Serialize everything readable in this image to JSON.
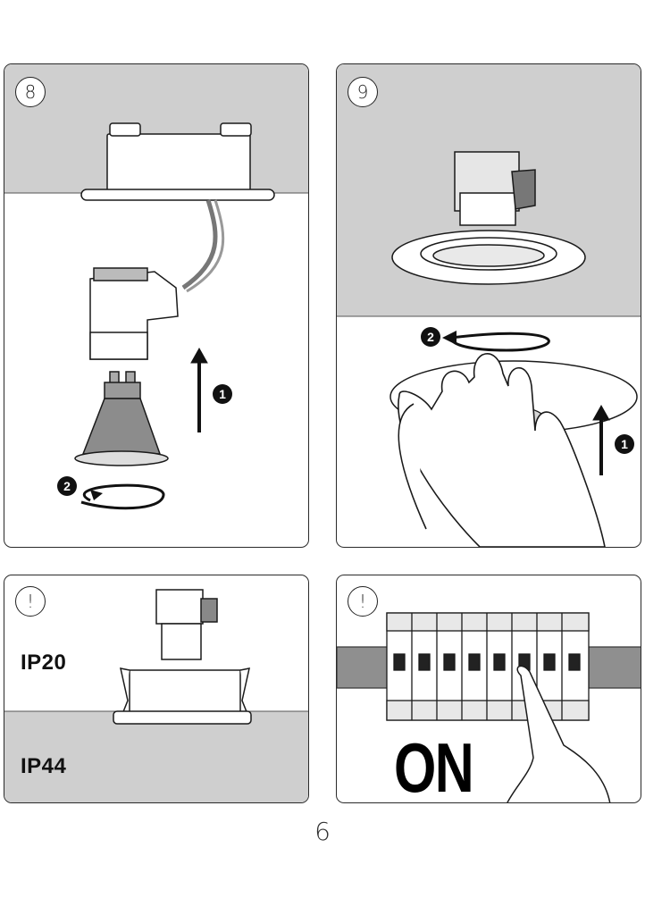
{
  "steps": {
    "step8": {
      "number": "8"
    },
    "step9": {
      "number": "9"
    }
  },
  "arrow_numbers": {
    "one": "1",
    "two": "2"
  },
  "notice": {
    "symbol": "!"
  },
  "ip_ratings": {
    "upper": "IP20",
    "lower": "IP44"
  },
  "switch_state": "ON",
  "page_number": "6",
  "colors": {
    "ceiling_gray": "#cfcfcf",
    "line": "#1a1a1a",
    "lamp_gray": "#8c8c8c",
    "white": "#ffffff"
  },
  "icons": [
    "lamp-holder-icon",
    "gu10-bulb-icon",
    "rotate-arrow-icon",
    "up-arrow-icon",
    "hand-icon",
    "circuit-breaker-icon",
    "finger-icon"
  ]
}
